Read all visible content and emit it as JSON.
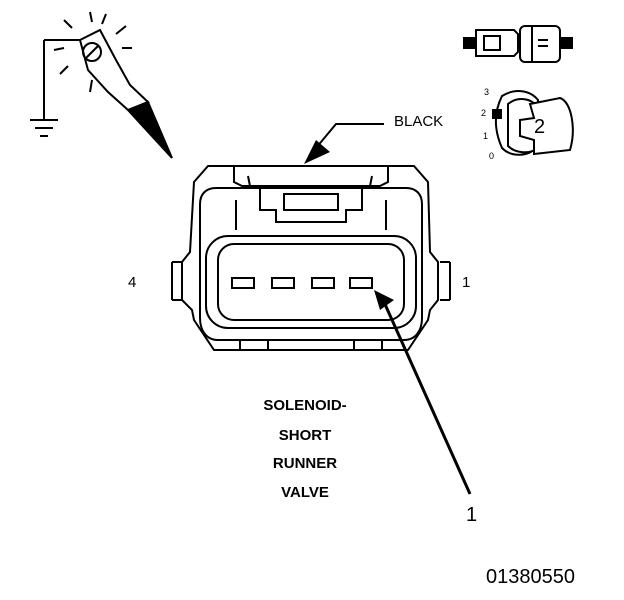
{
  "labels": {
    "black": "BLACK",
    "pin_left": "4",
    "pin_right": "1",
    "callout": "1",
    "component": [
      "SOLENOID-",
      "SHORT",
      "RUNNER",
      "VALVE"
    ],
    "figure_id": "01380550"
  },
  "inset": {
    "position_scale": [
      "3",
      "2",
      "1",
      "0"
    ],
    "position_value": "2"
  },
  "icons": [
    "ground-probe-icon",
    "connector-side-view-icon",
    "lock-position-icon"
  ]
}
